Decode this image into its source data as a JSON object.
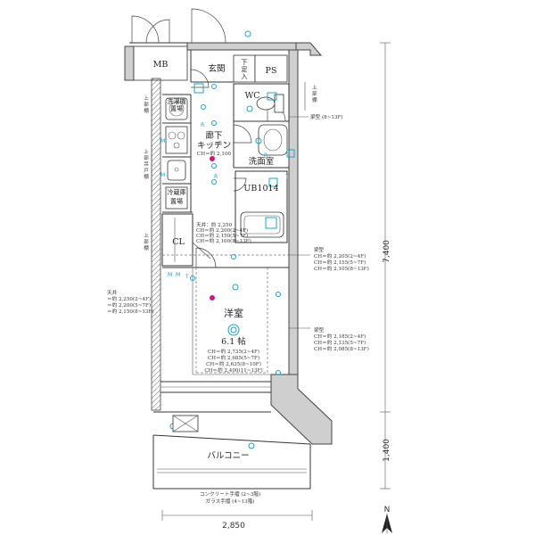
{
  "rooms": {
    "mb": "MB",
    "entrance": "玄関",
    "shoe_line1": "下",
    "shoe_line2": "足",
    "shoe_line3": "入",
    "ps": "PS",
    "wc": "WC",
    "washer_line1": "洗濯機",
    "washer_line2": "置場",
    "corridor_line1": "廊下",
    "corridor_line2": "キッチン",
    "corridor_ch": "CH＝約 2,100",
    "washroom": "洗面室",
    "fridge_line1": "冷蔵庫",
    "fridge_line2": "置場",
    "unit_bath": "UB1014",
    "closet": "CL",
    "western_room": "洋室",
    "room_size": "6.1 帖",
    "balcony": "バルコニー"
  },
  "western_room_ch": [
    "CH＝約 2,735(2~4F)",
    "CH＝約 2,685(5~7F)",
    "CH＝約 2,635(8~10F)",
    "CH＝約 2,400(11~13F)"
  ],
  "left_notes": {
    "upper_shelf_1": [
      "上",
      "部",
      "棚"
    ],
    "upper_cabinet": [
      "上",
      "部",
      "吊",
      "戸",
      "棚"
    ],
    "upper_shelf_2": [
      "上",
      "部",
      "棚"
    ],
    "ceiling": [
      "天井",
      "＝約 2,250(2~4F)",
      "＝約 2,200(5~7F)",
      "＝約 2,150(8~13F)"
    ]
  },
  "right_notes": {
    "upper_shelf": [
      "上",
      "部",
      "棚"
    ],
    "beam_1": "梁型 (8~13F)",
    "beam_2": [
      "梁型",
      "CH＝約 2,205(2~4F)",
      "CH＝約 2,155(5~7F)",
      "CH＝約 2,105(8~13F)"
    ],
    "beam_3": [
      "梁型",
      "CH＝約 2,185(2~4F)",
      "CH＝約 2,135(5~7F)",
      "CH＝約 2,085(8~13F)"
    ]
  },
  "closet_note": [
    "天井：約 2,250",
    "CH＝約 2,200(2~4F)",
    "CH＝約 2,150(5~7F)",
    "CH＝約 2,100(8~13F)"
  ],
  "handrail": [
    "コンクリート手摺 (2~3階)",
    "ガラス手摺 (4~13階)"
  ],
  "dimensions": {
    "height_main": "7,400",
    "height_balcony": "1,400",
    "width": "2,850"
  },
  "compass": "N",
  "equipment_letters": [
    "R",
    "R",
    "R",
    "M",
    "M",
    "M",
    "M",
    "T",
    "T"
  ],
  "colors": {
    "equipment": "#1aa3c8",
    "ceiling_light": "#d0157f",
    "wall_fill": "#cfcfcf"
  }
}
